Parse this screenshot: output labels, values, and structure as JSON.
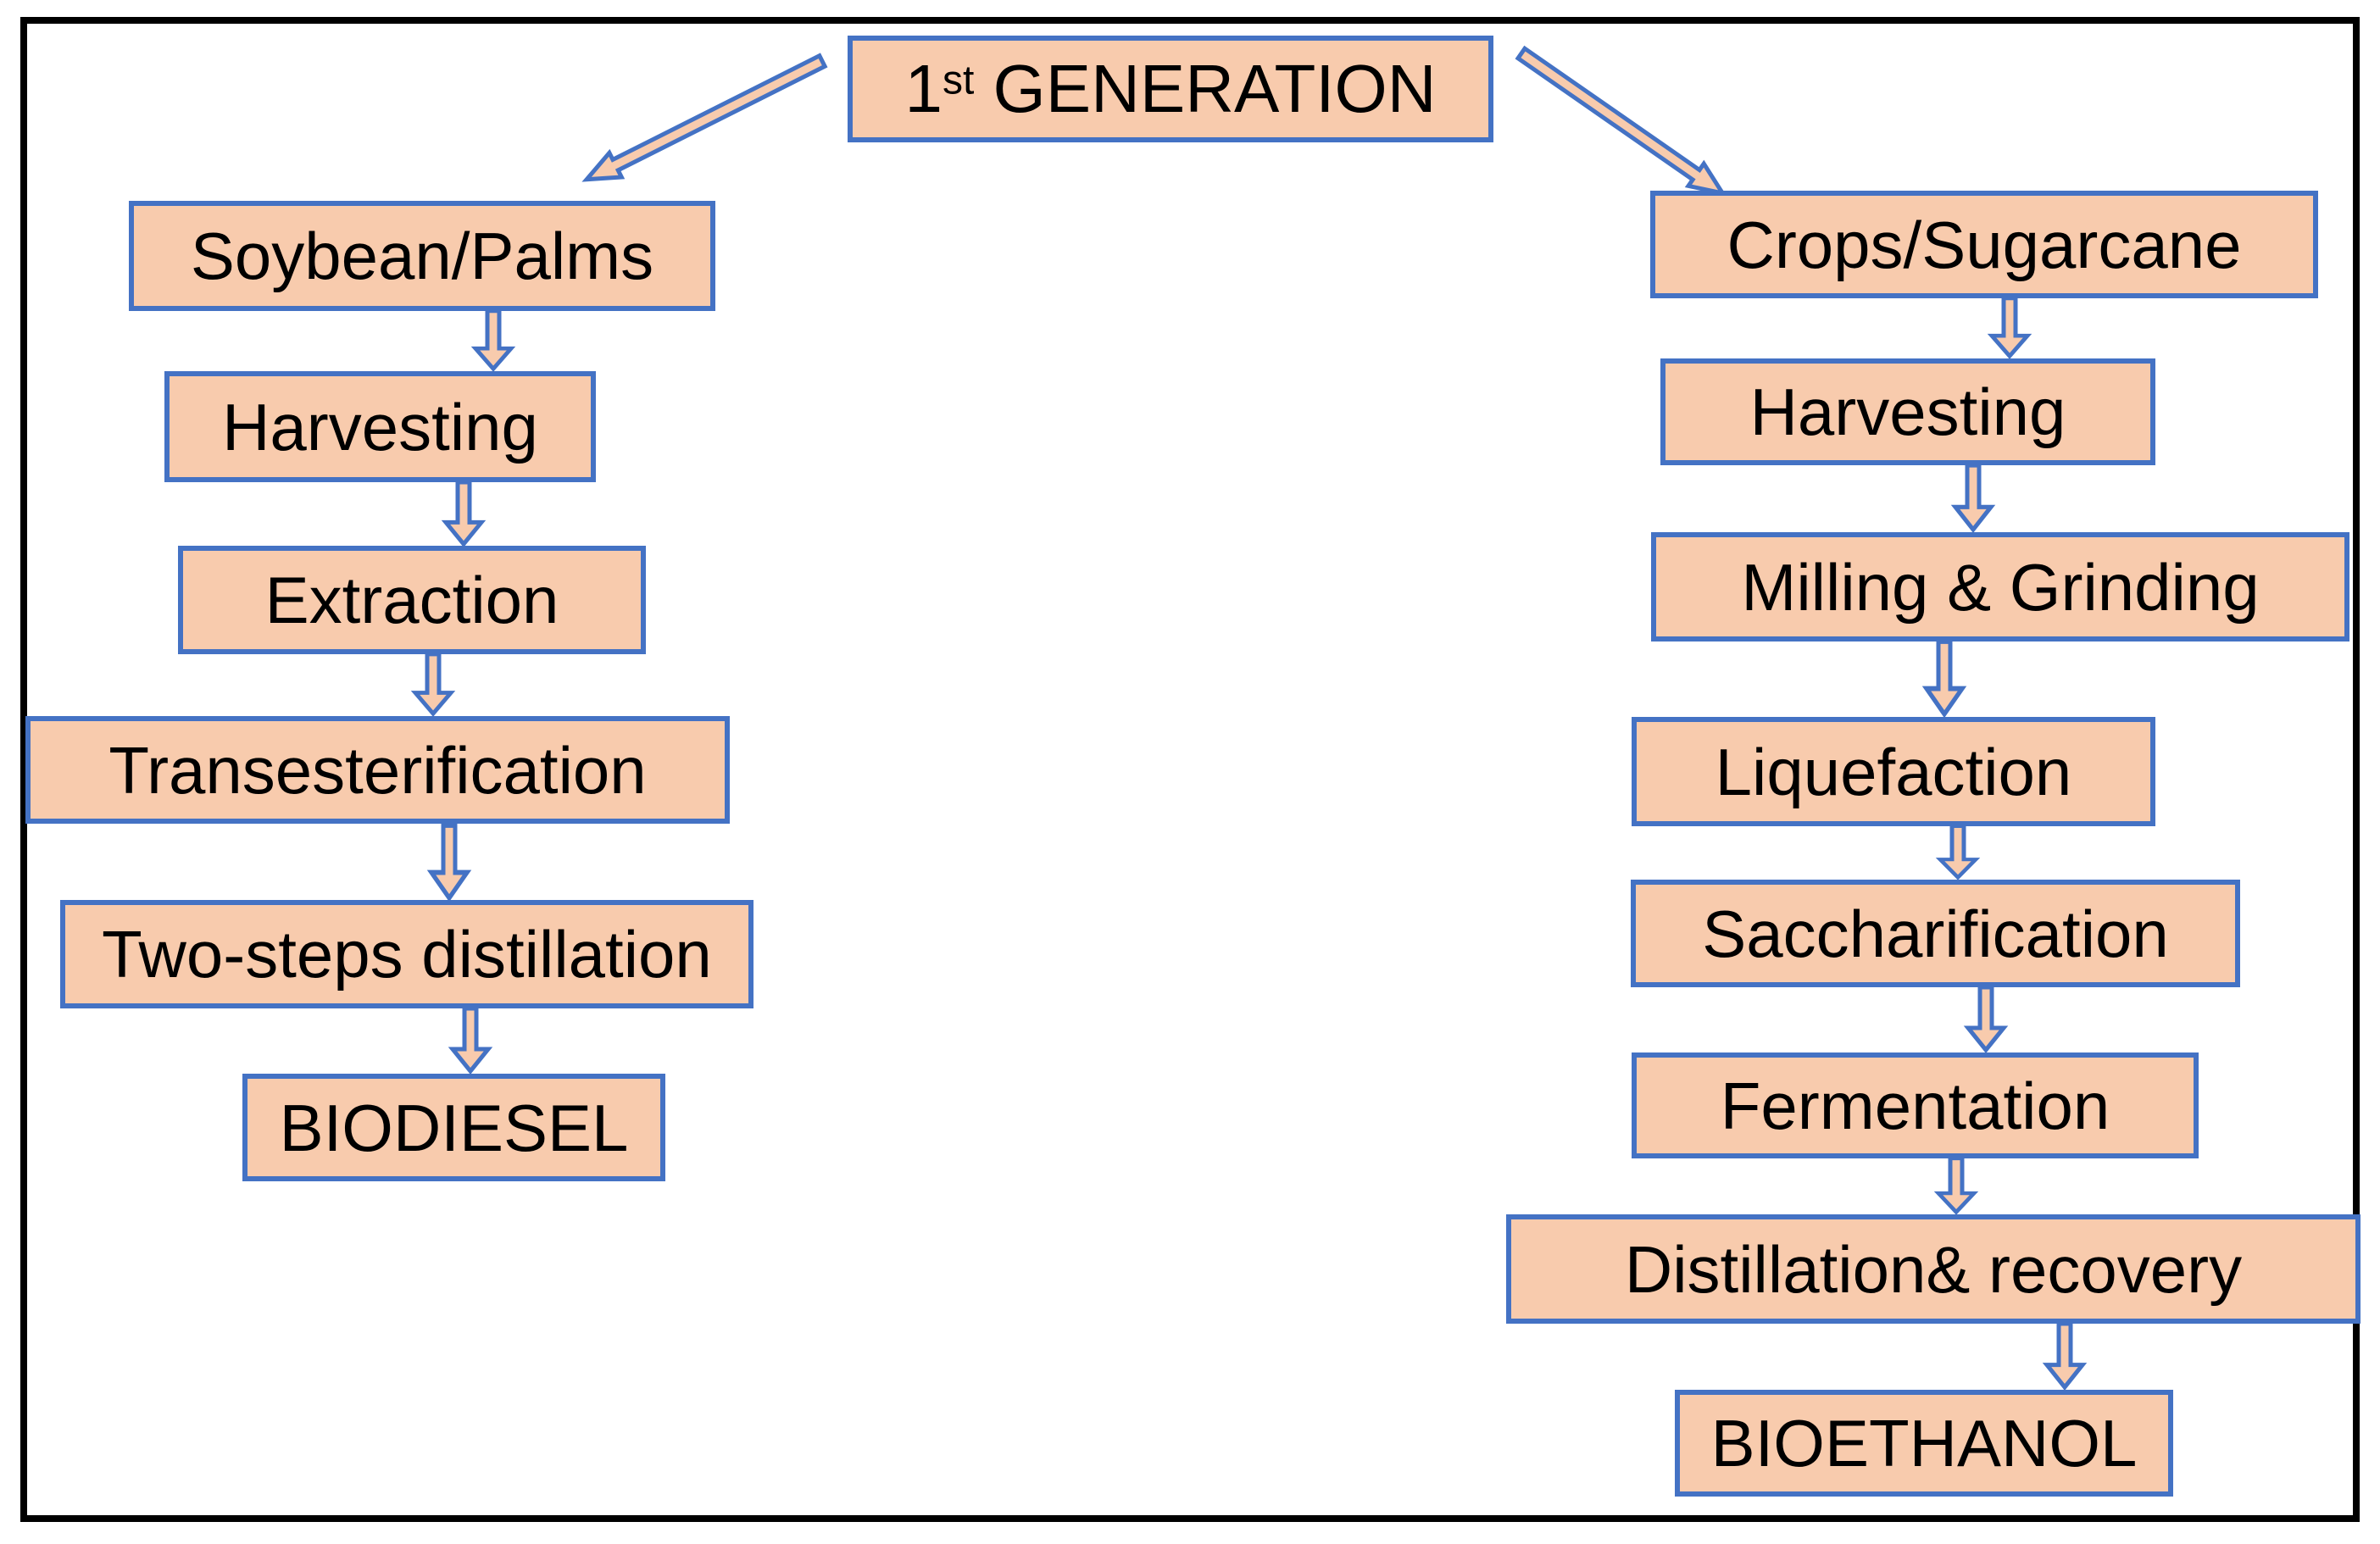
{
  "title": {
    "prefix": "1",
    "superscript": "st",
    "rest": " GENERATION"
  },
  "colors": {
    "box_fill": "#F8CBAD",
    "box_border": "#4472C4",
    "frame": "#000000",
    "text": "#000000",
    "arrow_fill": "#F8CBAD",
    "arrow_outline": "#4472C4"
  },
  "left_branch": {
    "steps": [
      "Soybean/Palms",
      "Harvesting",
      "Extraction",
      "Transesterification",
      "Two-steps distillation"
    ],
    "result": "BIODIESEL"
  },
  "right_branch": {
    "steps": [
      "Crops/Sugarcane",
      "Harvesting",
      "Milling & Grinding",
      "Liquefaction",
      "Saccharification",
      "Fermentation",
      "Distillation& recovery"
    ],
    "result": "BIOETHANOL"
  }
}
